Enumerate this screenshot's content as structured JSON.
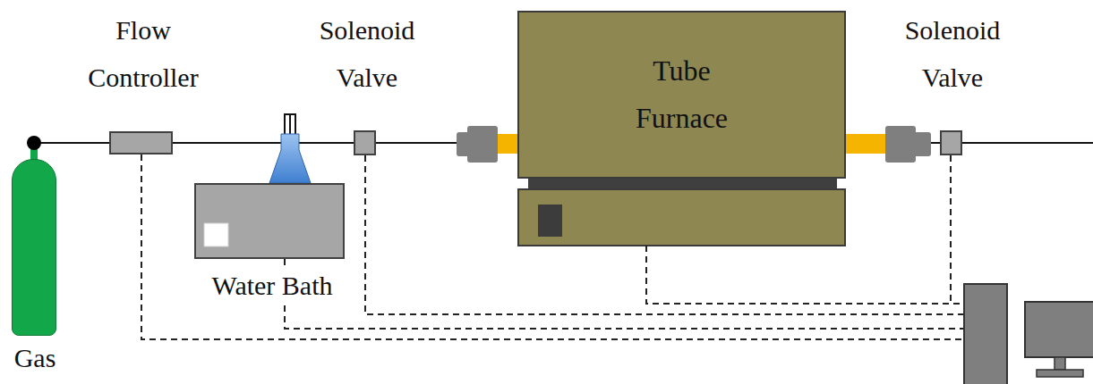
{
  "diagram": {
    "nodes": [
      {
        "text": [
          "Gas"
        ]
      },
      {
        "text": [
          "Flow Controller"
        ]
      },
      {
        "text": [
          "Water Bath"
        ]
      },
      {
        "text": [
          "Solenoid Valve"
        ]
      },
      {
        "text": [
          "Tube Furnace"
        ]
      },
      {
        "text": [
          "Solenoid Valve"
        ]
      }
    ],
    "edges": [
      {
        "from": 0,
        "to": 1,
        "arrow": "none"
      },
      {
        "from": 1,
        "to": 3,
        "arrow": "none"
      },
      {
        "from": 2,
        "to": 3,
        "arrow": "none"
      },
      {
        "from": 3,
        "to": 4,
        "arrow": "none"
      },
      {
        "from": 4,
        "to": 5,
        "arrow": "none"
      }
    ]
  }
}
